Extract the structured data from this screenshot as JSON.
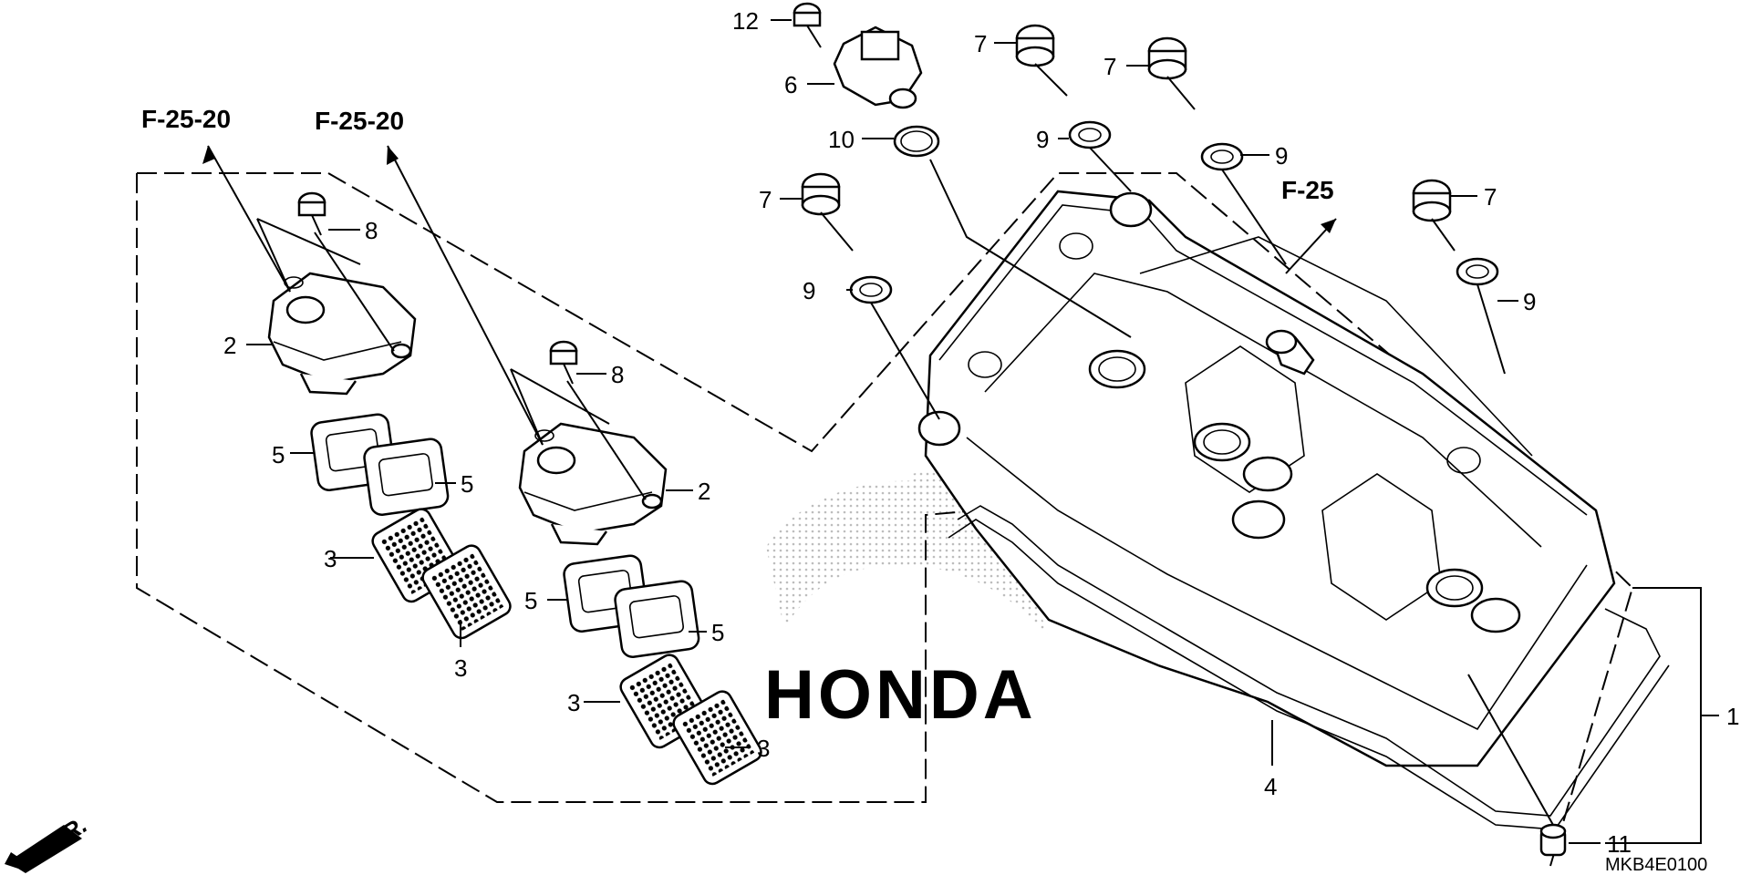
{
  "diagram": {
    "part_numbers": [
      "1",
      "2",
      "2",
      "3",
      "3",
      "3",
      "3",
      "4",
      "5",
      "5",
      "5",
      "5",
      "6",
      "7",
      "7",
      "7",
      "7",
      "8",
      "8",
      "9",
      "9",
      "9",
      "9",
      "10",
      "11",
      "12"
    ],
    "references": [
      "F-25-20",
      "F-25-20",
      "F-25"
    ],
    "diagram_code": "MKB4E0100",
    "direction_label": "FR.",
    "watermark": "HONDA",
    "line_color": "#000000",
    "watermark_color": "#bfbfbf",
    "icons": [
      "forward-arrow-icon"
    ]
  }
}
